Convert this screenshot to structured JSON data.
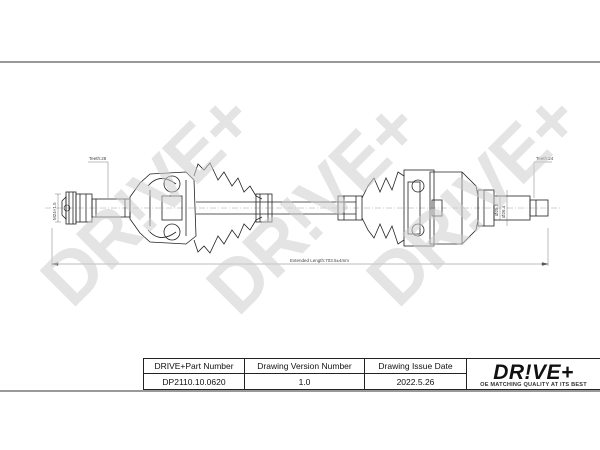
{
  "drawing": {
    "left_spline_label": "Teeth:28",
    "right_spline_label": "Teeth:24",
    "left_dimension_label": "M24×1.5",
    "right_dimension_top": "Ø26.4",
    "right_dimension_bottom": "Ø25.8",
    "length_label": "Extended Length:703.5±4mm",
    "watermark_text": "DR!VE+"
  },
  "title_block": {
    "headers": {
      "part_number": "DRIVE+Part Number",
      "version": "Drawing Version Number",
      "issue_date": "Drawing Issue Date"
    },
    "values": {
      "part_number": "DP2110.10.0620",
      "version": "1.0",
      "issue_date": "2022.5.26"
    },
    "logo_mark": "DR!VE+",
    "logo_tagline": "OE MATCHING QUALITY AT ITS BEST"
  }
}
